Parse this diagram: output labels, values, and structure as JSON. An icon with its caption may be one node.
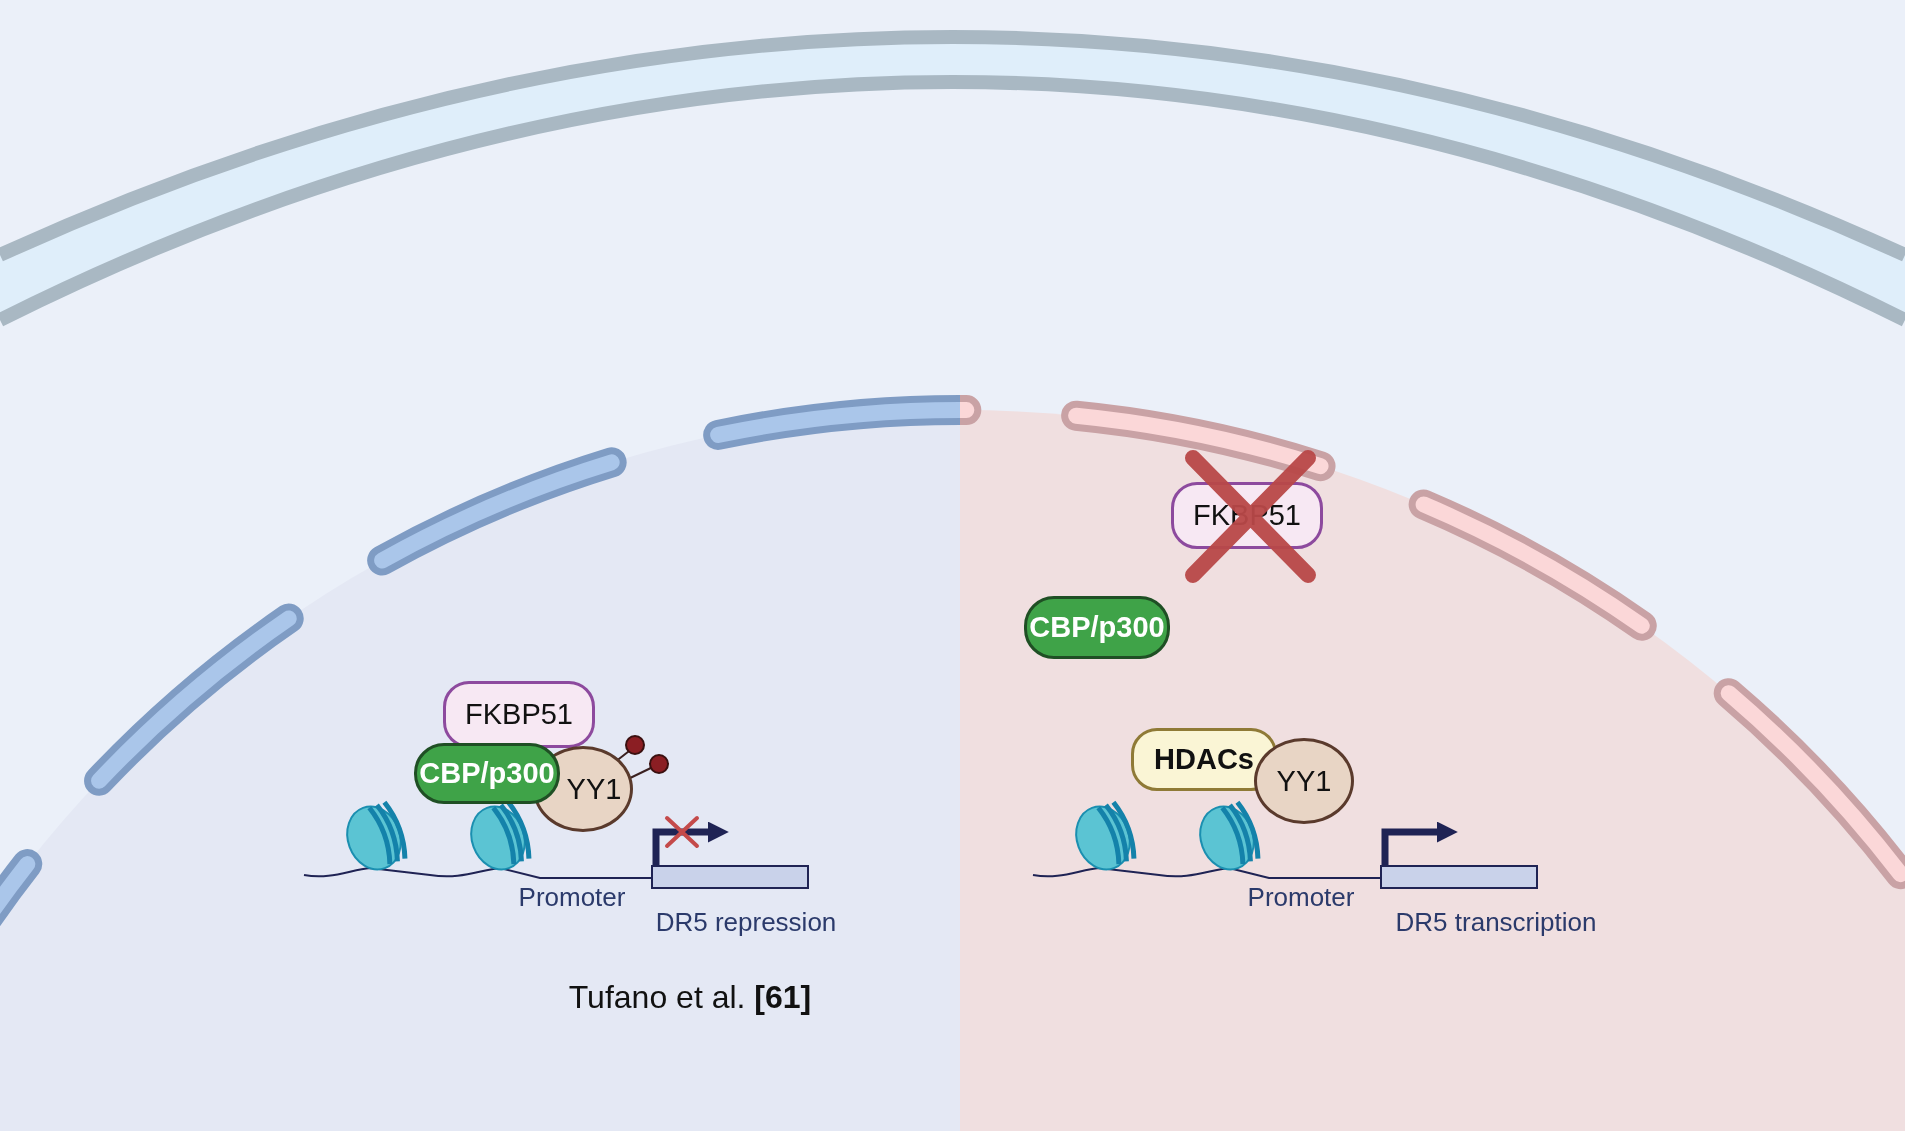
{
  "diagram": {
    "nodes": [
      {
        "text": [
          "FKBP51"
        ]
      },
      {
        "text": [
          "CBP/p300"
        ]
      },
      {
        "text": [
          "YY1"
        ]
      },
      {
        "text": [
          "FKBP51"
        ]
      },
      {
        "text": [
          "CBP/p300"
        ]
      },
      {
        "text": [
          "HDACs"
        ]
      },
      {
        "text": [
          "YY1"
        ]
      }
    ],
    "edges": [],
    "labels": [
      "Promoter",
      "DR5 repression",
      "Promoter",
      "DR5 transcription",
      "Tufano et al. **[61]**"
    ]
  }
}
